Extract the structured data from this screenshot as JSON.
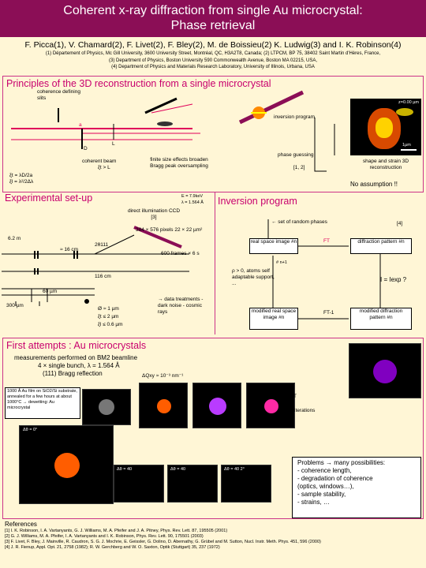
{
  "header": {
    "title_line1": "Coherent x-ray diffraction from single Au microcrystal:",
    "title_line2": "Phase retrieval"
  },
  "authors": "F. Picca(1), V. Chamard(2), F. Livet(2), F. Bley(2), M. de Boissieu(2) K. Ludwig(3) and I. K. Robinson(4)",
  "affiliations": [
    "(1) Département of Physics, Mc Gill University, 3600 University Street, Montréal, QC, H3A2T8, Canada; (2) LTPCM, BP 75, 38402 Saint Martin d'Hères, France,",
    "(3) Department of Physics, Boston University 590 Commonwealth Avenue, Boston MA 02215, USA,",
    "(4) Department of Physics and Materials Research Laboratory, University of Illinois, Urbana, USA"
  ],
  "principles": {
    "title": "Principles of the 3D reconstruction from a single microcrystal",
    "coherence": "coherence defining slits",
    "a_label": "a",
    "d_label": "D",
    "l_label": "L",
    "coherent_beam": "coherent beam",
    "xi_gt_l": "ξt > L",
    "xi_t": "ξt = λD/2a",
    "xi_l": "ξl = λ²/2Δλ",
    "finite_size": "finite size effects broaden Bragg peak oversampling",
    "ref12": "[1, 2]",
    "inversion_program": "inversion program",
    "phase_guessing": "phase guessing",
    "shape_strain": "shape and strain 3D reconstruction",
    "no_assumption": "No assumption !!",
    "z_label": "z=0.00 µm",
    "scale_label": "1µm"
  },
  "setup": {
    "title": "Experimental set-up",
    "energy": "E = 7.9keV",
    "lambda": "λ = 1.564 Å",
    "direct_illum": "direct illumination CCD [3]",
    "pixels": "384 × 576 pixels 22 × 22 µm²",
    "frames": "600 frames × 6 s",
    "d62": "6.2 m",
    "d16": "≈ 16 cm",
    "d116": "116 cm",
    "d60": "60 µm",
    "d300": "300 µm",
    "phi": "Ø ≈ 1 µm",
    "xt2": "ξt ≤ 2 µm",
    "xl06": "ξl ≤ 0.6 µm",
    "data_treat": "→ data treatments - dark noise - cosmic rays",
    "two_theta": "2θ111"
  },
  "inversion": {
    "title": "Inversion program",
    "set_random": "←  set of random phases",
    "ref4": "[4]",
    "real_space": "real space image #n",
    "ft": "FT",
    "diffraction": "diffraction pattern #n",
    "n1": "# n+1",
    "support": "ρ > 0, atoms self adaptable support, ...",
    "i_eq": "I = Iexp ?",
    "mod_real": "modified real space image #n",
    "ft_inv": "FT-1",
    "mod_diff": "modified diffraction pattern #n"
  },
  "attempts": {
    "title": "First attempts : Au microcrystals",
    "line1": "measurements performed on BM2 beamline",
    "line2": "4 × single bunch, λ = 1.564 Å",
    "line3": "(111) Bragg reflection",
    "dq": "ΔQxy ≈ 10⁻³ nm⁻¹",
    "sample": "1000 Å Au film on SiO2/Si substrate, annealed for a few hours at about 1000°C → dewetting: Au microcrystal",
    "ft": "FT",
    "iterations": "30 iterations",
    "a0": "Δθ = 0°",
    "a40": "Δθ = 40",
    "a40b": "Δθ = 40",
    "a40c": "Δθ = 40 2°",
    "problems_title": "Problems → many possibilities:",
    "problems": [
      "- coherence length,",
      "- degradation of coherence",
      "  (optics, windows…),",
      "- sample stability,",
      "- strains, …"
    ]
  },
  "references": {
    "title": "References",
    "items": [
      "[1] I. K. Robinson, I. A. Vartanyants, G. J. Williams, M. A. Pfeifer and J. A. Pitney, Phys. Rev. Lett. 87, 195505 (2001)",
      "[2] G. J. Williams, M. A. Pfeifer, I. A. Vartanyants and I. K. Robinson, Phys. Rev. Lett. 90, 175501 (2003)",
      "[3] F. Livet, F. Bley, J. Mainville, R. Caudron, S. G. J. Mochrie, E. Geissler, G. Dolino, D. Abernathy, G. Grübel and M. Sutton, Nucl. Instr. Meth. Phys. 451, 596 (2000)",
      "[4] J. R. Fienup, Appl. Opt. 21, 2758 (1982); R. W. Gerchberg and W. O. Saxton, Optik (Stuttgart) 35, 237 (1972)"
    ]
  }
}
